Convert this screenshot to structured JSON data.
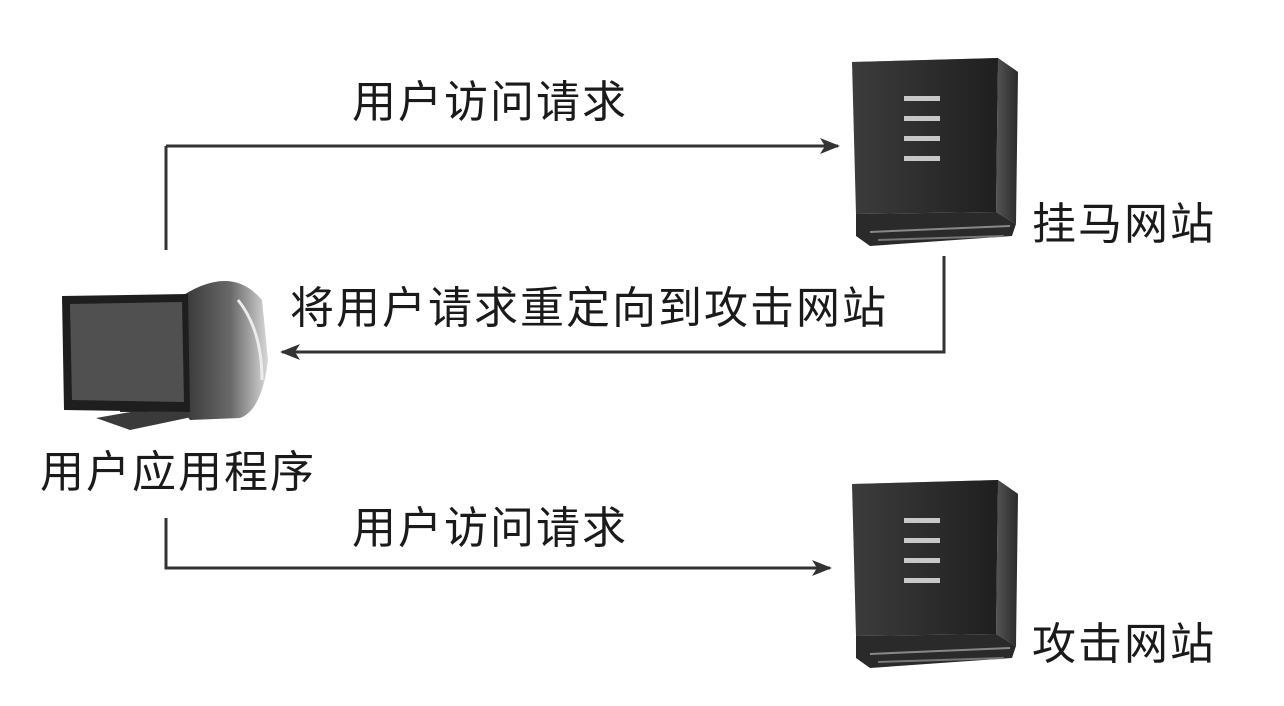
{
  "edges": {
    "top_request": "用户访问请求",
    "redirect": "将用户请求重定向到攻击网站",
    "bottom_request": "用户访问请求"
  },
  "nodes": {
    "user_app": "用户应用程序",
    "hanging_site": "挂马网站",
    "attack_site": "攻击网站"
  },
  "colors": {
    "line": "#333333",
    "text": "#1a1a1a",
    "server_dark": "#2b2b2b",
    "server_mid": "#4a4a4a",
    "monitor": "#3a3a3a"
  }
}
